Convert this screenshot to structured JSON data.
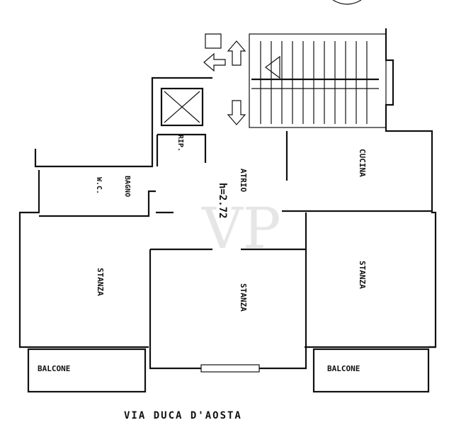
{
  "plan": {
    "street": "VIA DUCA D'AOSTA",
    "height_label": "h=2.72",
    "watermark": "VP",
    "rooms": {
      "cucina": "CUCINA",
      "atrio": "ATRIO",
      "bagno": "BAGNO",
      "wc": "W.C.",
      "rip": "RIP.",
      "stanza_left": "STANZA",
      "stanza_center": "STANZA",
      "stanza_right": "STANZA",
      "balcone_left": "BALCONE",
      "balcone_right": "BALCONE"
    }
  }
}
